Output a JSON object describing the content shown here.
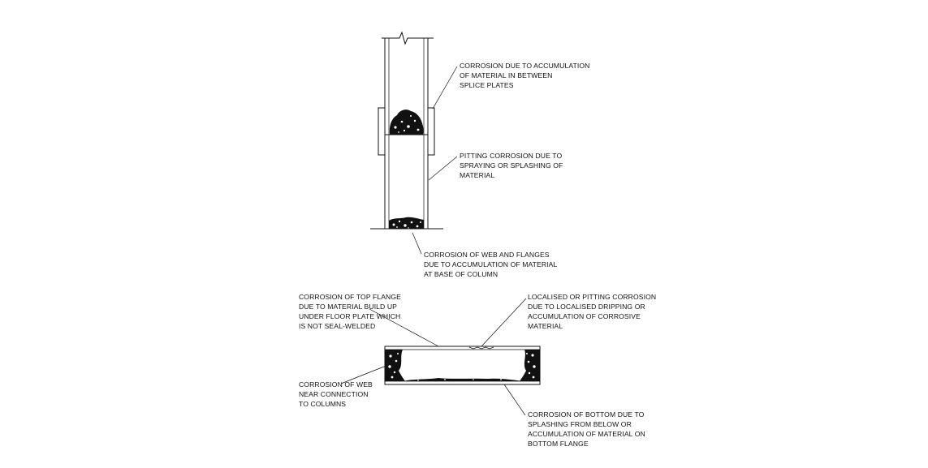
{
  "notes": {
    "splice": [
      "CORROSION DUE TO ACCUMULATION",
      "OF MATERIAL IN BETWEEN",
      "SPLICE PLATES"
    ],
    "pitting": [
      "PITTING CORROSION DUE TO",
      "SPRAYING OR SPLASHING OF",
      "MATERIAL"
    ],
    "base": [
      "CORROSION OF WEB AND FLANGES",
      "DUE TO ACCUMULATION OF MATERIAL",
      "AT BASE OF COLUMN"
    ],
    "top_flange": [
      "CORROSION OF TOP FLANGE",
      "DUE TO MATERIAL BUILD UP",
      "UNDER FLOOR PLATE WHICH",
      "IS NOT SEAL-WELDED"
    ],
    "localised": [
      "LOCALISED OR PITTING CORROSION",
      "DUE TO LOCALISED DRIPPING OR",
      "ACCUMULATION OF CORROSIVE",
      "MATERIAL"
    ],
    "web": [
      "CORROSION OF WEB",
      "NEAR CONNECTION",
      "TO COLUMNS"
    ],
    "bottom": [
      "CORROSION OF BOTTOM DUE TO",
      "SPLASHING FROM BELOW OR",
      "ACCUMULATION OF MATERIAL ON",
      "BOTTOM FLANGE"
    ]
  },
  "colors": {
    "ink": "#111111",
    "background": "#ffffff"
  }
}
